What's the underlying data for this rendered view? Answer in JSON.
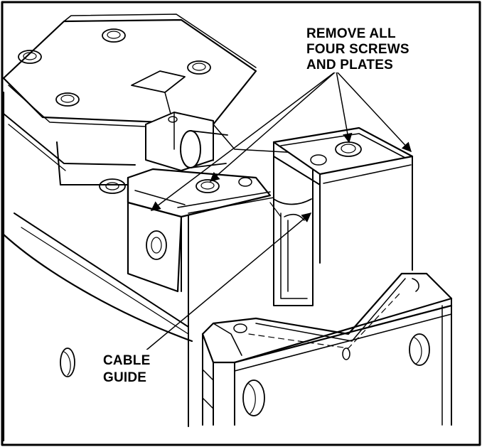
{
  "callouts": {
    "remove_screws": [
      "REMOVE ALL",
      "FOUR SCREWS",
      "AND PLATES"
    ],
    "cable_guide": [
      "CABLE",
      "GUIDE"
    ]
  },
  "colors": {
    "ink": "#000000",
    "paper": "#ffffff"
  }
}
